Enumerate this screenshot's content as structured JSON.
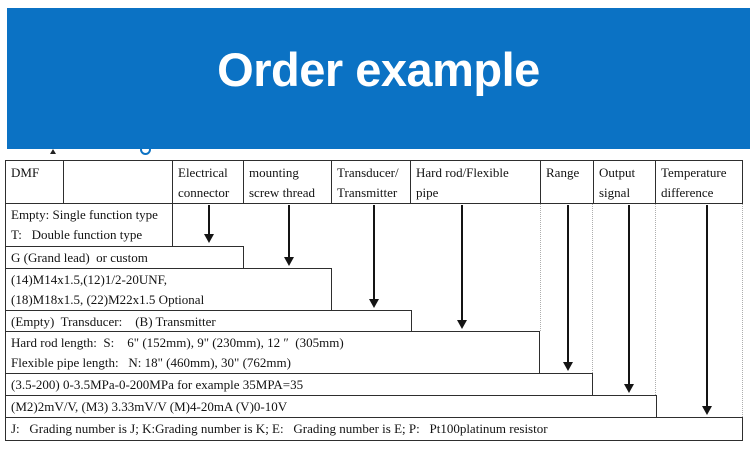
{
  "banner": {
    "title": "Order example",
    "bg_color": "#0b72c4",
    "text_color": "#ffffff"
  },
  "table": {
    "border_color": "#2e2e2e",
    "header": [
      {
        "line1": "DMF",
        "line2": ""
      },
      {
        "line1": "",
        "line2": ""
      },
      {
        "line1": "Electrical",
        "line2": "connector"
      },
      {
        "line1": "mounting",
        "line2": "screw thread"
      },
      {
        "line1": "Transducer/",
        "line2": "Transmitter"
      },
      {
        "line1": "Hard rod/Flexible",
        "line2": "pipe"
      },
      {
        "line1": "Range",
        "line2": ""
      },
      {
        "line1": "Output",
        "line2": "signal"
      },
      {
        "line1": "Temperature",
        "line2": "difference"
      }
    ],
    "rows": [
      {
        "line1": "Empty: Single function type",
        "line2": "T:   Double function type"
      },
      {
        "line1": "G (Grand lead)  or custom",
        "line2": ""
      },
      {
        "line1": "(14)M14x1.5,(12)1/2-20UNF,",
        "line2": "(18)M18x1.5, (22)M22x1.5 Optional"
      },
      {
        "line1": "(Empty)  Transducer:    (B) Transmitter",
        "line2": ""
      },
      {
        "line1": "Hard rod length:  S:    6\" (152mm), 9\" (230mm), 12 ″  (305mm)",
        "line2": "Flexible pipe length:   N: 18\" (460mm), 30\" (762mm)"
      },
      {
        "line1": "(3.5-200) 0-3.5MPa-0-200MPa for example 35MPA=35",
        "line2": ""
      },
      {
        "line1": "(M2)2mV/V, (M3) 3.33mV/V (M)4-20mA (V)0-10V",
        "line2": ""
      },
      {
        "line1": "J:   Grading number is J; K:Grading number is K; E:   Grading number is E; P:   Pt100platinum resistor",
        "line2": ""
      }
    ]
  }
}
